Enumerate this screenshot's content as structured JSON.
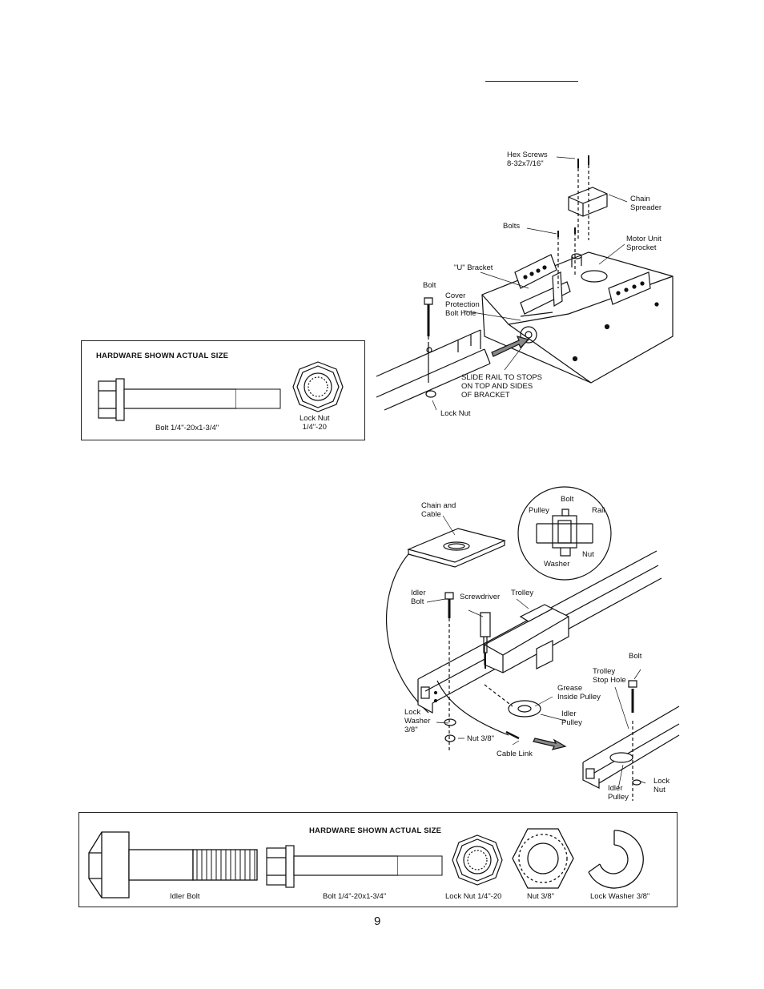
{
  "page": {
    "number": "9"
  },
  "figure1": {
    "labels": {
      "hex_screws": "Hex Screws\n8-32x7/16\"",
      "chain_spreader": "Chain\nSpreader",
      "bolts": "Bolts",
      "motor_unit_sprocket": "Motor Unit\nSprocket",
      "u_bracket": "\"U\" Bracket",
      "bolt": "Bolt",
      "cover_protection_bolt_hole": "Cover\nProtection\nBolt Hole",
      "slide_rail": "SLIDE RAIL TO STOPS\nON TOP AND SIDES\nOF BRACKET",
      "lock_nut": "Lock Nut"
    }
  },
  "hardware1": {
    "heading": "HARDWARE SHOWN ACTUAL SIZE",
    "bolt_caption": "Bolt 1/4\"-20x1-3/4\"",
    "locknut_caption": "Lock Nut\n1/4\"-20"
  },
  "figure2": {
    "labels": {
      "chain_and_cable": "Chain and\nCable",
      "bolt_top": "Bolt",
      "pulley": "Pulley",
      "rail": "Rail",
      "nut": "Nut",
      "washer": "Washer",
      "idler_bolt": "Idler\nBolt",
      "screwdriver": "Screwdriver",
      "trolley": "Trolley",
      "bolt_right": "Bolt",
      "trolley_stop_hole": "Trolley\nStop Hole",
      "grease_inside_pulley": "Grease\nInside Pulley",
      "idler_pulley": "Idler\nPulley",
      "lock_washer": "Lock\nWasher\n3/8\"",
      "nut_38": "Nut 3/8\"",
      "cable_link": "Cable Link",
      "lock_nut": "Lock\nNut",
      "idler_pulley_2": "Idler\nPulley"
    }
  },
  "hardware2": {
    "heading": "HARDWARE SHOWN ACTUAL SIZE",
    "captions": {
      "idler_bolt": "Idler Bolt",
      "bolt": "Bolt 1/4\"-20x1-3/4\"",
      "lock_nut": "Lock Nut 1/4\"-20",
      "nut": "Nut 3/8\"",
      "lock_washer": "Lock Washer 3/8\""
    }
  }
}
